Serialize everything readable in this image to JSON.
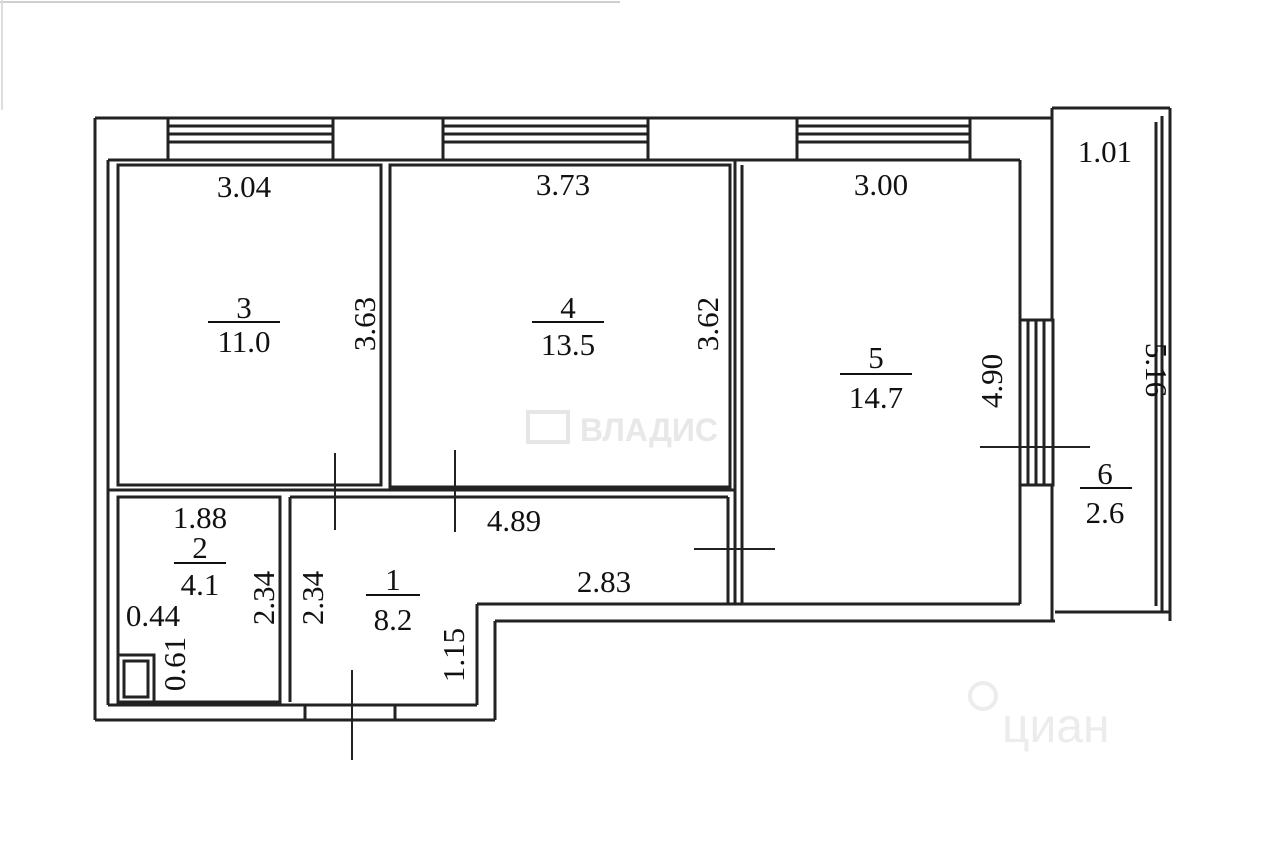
{
  "watermarks": {
    "vladis": "ВЛАДИС",
    "cian": "циан"
  },
  "rooms": [
    {
      "id": "1",
      "number": "1",
      "area": "8.2"
    },
    {
      "id": "2",
      "number": "2",
      "area": "4.1"
    },
    {
      "id": "3",
      "number": "3",
      "area": "11.0"
    },
    {
      "id": "4",
      "number": "4",
      "area": "13.5"
    },
    {
      "id": "5",
      "number": "5",
      "area": "14.7"
    },
    {
      "id": "6",
      "number": "6",
      "area": "2.6"
    }
  ],
  "dimensions": {
    "room3_width": "3.04",
    "room3_height": "3.63",
    "room4_width": "3.73",
    "room4_height": "3.62",
    "room5_width": "3.00",
    "room5_height": "4.90",
    "balcony_width": "1.01",
    "balcony_length": "5.16",
    "bath_width": "1.88",
    "bath_height": "2.34",
    "hall_height": "2.34",
    "hall_width": "4.89",
    "hall_lower_width": "2.83",
    "hall_step": "1.15",
    "niche_width": "0.44",
    "niche_height": "0.61"
  }
}
